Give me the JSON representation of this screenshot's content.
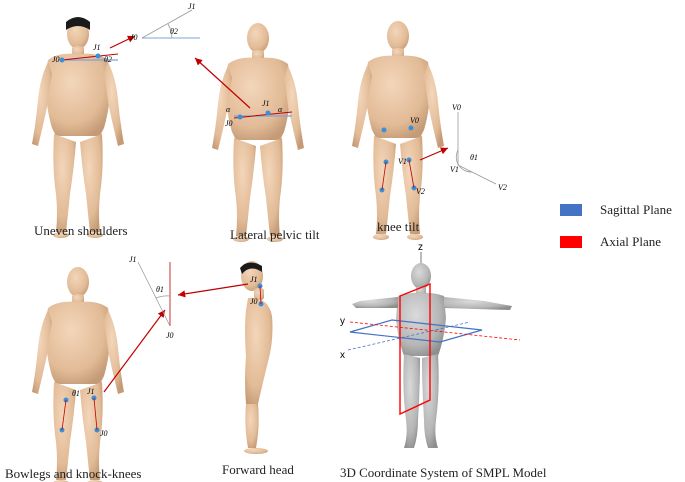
{
  "panels": {
    "uneven_shoulders": {
      "caption": "Uneven shoulders",
      "labels": {
        "j0_left": "J0",
        "j1": "J1",
        "theta": "θ2",
        "inset_j0": "J0",
        "inset_j1": "J1",
        "inset_theta": "θ2"
      }
    },
    "lateral_pelvic_tilt": {
      "caption": "Lateral pelvic tilt",
      "labels": {
        "alpha_left": "α",
        "alpha_right": "α",
        "j1": "J1",
        "j0": "J0"
      }
    },
    "knee_tilt": {
      "caption": "knee tilt",
      "labels": {
        "v0": "V0",
        "v1": "V1",
        "v2": "V2",
        "inset_v0": "V0",
        "inset_v1": "V1",
        "inset_v2": "V2",
        "inset_theta": "θ1"
      }
    },
    "bowlegs": {
      "caption": "Bowlegs and knock-knees",
      "labels": {
        "theta": "θ1",
        "j1": "J1",
        "j0": "J0",
        "inset_j1": "J1",
        "inset_j0": "J0",
        "inset_theta": "θ1"
      }
    },
    "forward_head": {
      "caption": "Forward head",
      "labels": {
        "j1": "J1",
        "j0": "J0"
      }
    },
    "smpl_coordinate": {
      "caption": "3D Coordinate System of SMPL Model",
      "axes": {
        "x": "x",
        "y": "y",
        "z": "z"
      }
    }
  },
  "legend": [
    {
      "label": "Sagittal Plane",
      "color": "#4472c4"
    },
    {
      "label": "Axial Plane",
      "color": "#ff0000"
    }
  ],
  "colors": {
    "skin": "#e8c4a2",
    "skin_shade": "#c9a07c",
    "hair": "#1a1a1a",
    "gray_model": "#b8b8b8",
    "arrow": "#c00000",
    "joint": "#3b8fd9",
    "line_blue": "#7fa3d9"
  }
}
